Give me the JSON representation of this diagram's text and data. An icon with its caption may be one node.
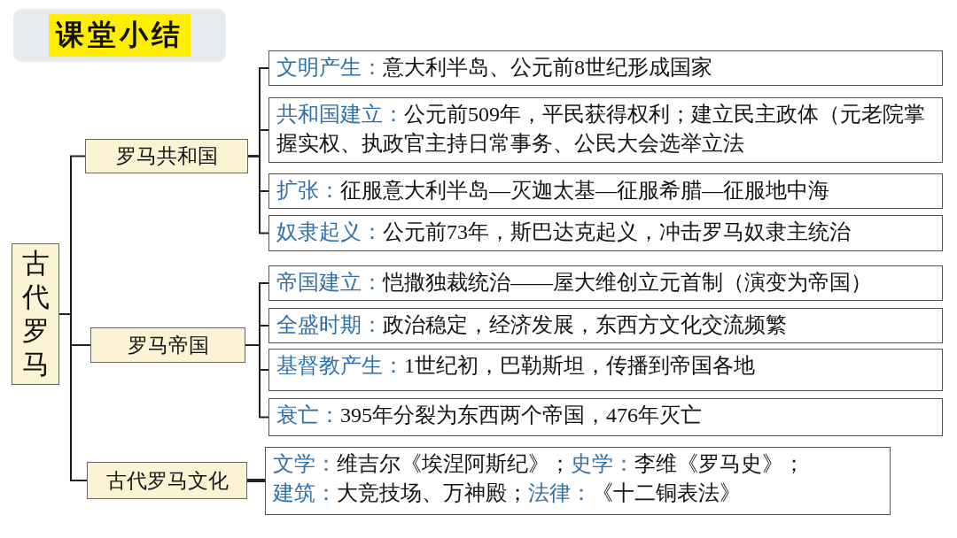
{
  "diagram": {
    "title": "课堂小结",
    "nodes": [
      {
        "text": [
          "古代罗马"
        ]
      },
      {
        "text": [
          "罗马共和国"
        ]
      },
      {
        "text": [
          "文明产生：",
          "意大利半岛、公元前8世纪形成国家"
        ]
      },
      {
        "text": [
          "共和国建立：",
          "公元前509年，平民获得权利；建立民主政体（元老院掌握实权、执政官主持日常事务、公民大会选举立法"
        ]
      },
      {
        "text": [
          "扩张：",
          "征服意大利半岛—灭迦太基—征服希腊—征服地中海"
        ]
      },
      {
        "text": [
          "奴隶起义：",
          "公元前73年，斯巴达克起义，冲击罗马奴隶主统治"
        ]
      },
      {
        "text": [
          "罗马帝国"
        ]
      },
      {
        "text": [
          "帝国建立：",
          "恺撒独裁统治——屋大维创立元首制（演变为帝国）"
        ]
      },
      {
        "text": [
          "全盛时期：",
          "政治稳定，经济发展，东西方文化交流频繁"
        ]
      },
      {
        "text": [
          "基督教产生：",
          "1世纪初，巴勒斯坦，传播到帝国各地"
        ]
      },
      {
        "text": [
          "衰亡：",
          "395年分裂为东西两个帝国，476年灭亡"
        ]
      },
      {
        "text": [
          "古代罗马文化"
        ]
      },
      {
        "text": [
          "文学：",
          "维吉尔《埃涅阿斯纪》；",
          "史学：",
          "李维《罗马史》；",
          "建筑：",
          "大竞技场、万神殿；",
          "法律：",
          "《十二铜表法》"
        ]
      }
    ],
    "edges": [
      {
        "from": 0,
        "to": 1,
        "arrow": "none"
      },
      {
        "from": 0,
        "to": 6,
        "arrow": "none"
      },
      {
        "from": 0,
        "to": 11,
        "arrow": "none"
      },
      {
        "from": 1,
        "to": 2,
        "arrow": "none"
      },
      {
        "from": 1,
        "to": 3,
        "arrow": "none"
      },
      {
        "from": 1,
        "to": 4,
        "arrow": "none"
      },
      {
        "from": 1,
        "to": 5,
        "arrow": "none"
      },
      {
        "from": 6,
        "to": 7,
        "arrow": "none"
      },
      {
        "from": 6,
        "to": 8,
        "arrow": "none"
      },
      {
        "from": 6,
        "to": 9,
        "arrow": "none"
      },
      {
        "from": 6,
        "to": 10,
        "arrow": "none"
      },
      {
        "from": 11,
        "to": 12,
        "arrow": "none",
        "style": "thick"
      }
    ]
  }
}
